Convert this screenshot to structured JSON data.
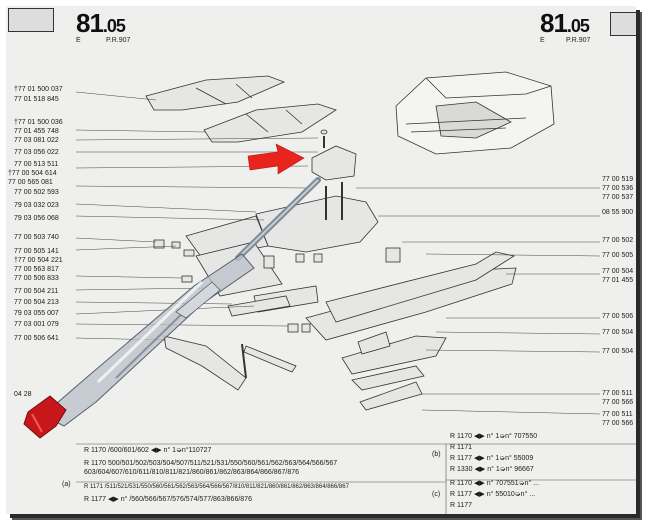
{
  "header": {
    "left_number": "81",
    "left_sub": ".05",
    "left_e": "E",
    "left_pr": "P.R.907",
    "right_number": "81",
    "right_sub": ".05",
    "right_e": "E",
    "right_pr": "P.R.907"
  },
  "left_refs": [
    "†77 01 500 037",
    "77 01 518 845",
    "†77 01 500 036",
    "77 01 455 748",
    "77 03 081 022",
    "77 03 056 022",
    "77 00 513 511",
    "†77 00 504 614",
    "77 00 565 081",
    "77 00 502 593",
    "79 03 032 023",
    "79 03 056 068",
    "77 00 503 740",
    "77 00 505 141",
    "†77 00 504 221",
    "77 00 563 817",
    "77 00 506 833",
    "77 00 504 211",
    "77 00 504 213",
    "79 03 055 007",
    "77 03 001 079",
    "77 00 506 641",
    "04 28"
  ],
  "right_refs": [
    "77 00 519",
    "77 00 536",
    "77 00 537",
    "08 55 900",
    "77 00 502",
    "77 00 505",
    "77 00 504",
    "77 01 455",
    "77 00 506",
    "77 00 504",
    "77 00 504",
    "77 00 511",
    "77 00 566",
    "77 00 511",
    "77 00 566"
  ],
  "table_left": [
    "R 1170 /600/601/602 ◀▶ n°     1➭n°110727",
    "R 1170  500/501/502/503/504/507/511/521/531/550/560/561/562/563/564/566/567",
    "        603/604/607/610/611/810/811/821/860/861/862/863/864/866/867/876",
    "R 1171  /511/521/531/550/560/561/562/563/564/566/567/810/811/821/860/861/862/863/864/866/867",
    "R 1177 ◀▶ n° /560/566/567/576/574/577/863/866/876"
  ],
  "table_right": [
    "R 1170 ◀▶ n°          1➭n° 707550",
    "R 1171",
    "R 1177 ◀▶ n°          1➭n° 55009",
    "R 1330 ◀▶ n°          1➭n° 96667",
    "R 1170 ◀▶ n°  707551➭n° ...",
    "R 1177 ◀▶ n°  55010➭n° ...",
    "R 1177"
  ],
  "table_markers": [
    "(a)",
    "(b)",
    "(c)"
  ],
  "colors": {
    "arrow": "#e8241c",
    "handle_red": "#c7171b",
    "shaft": "#7f8a96",
    "page": "#efefed"
  }
}
